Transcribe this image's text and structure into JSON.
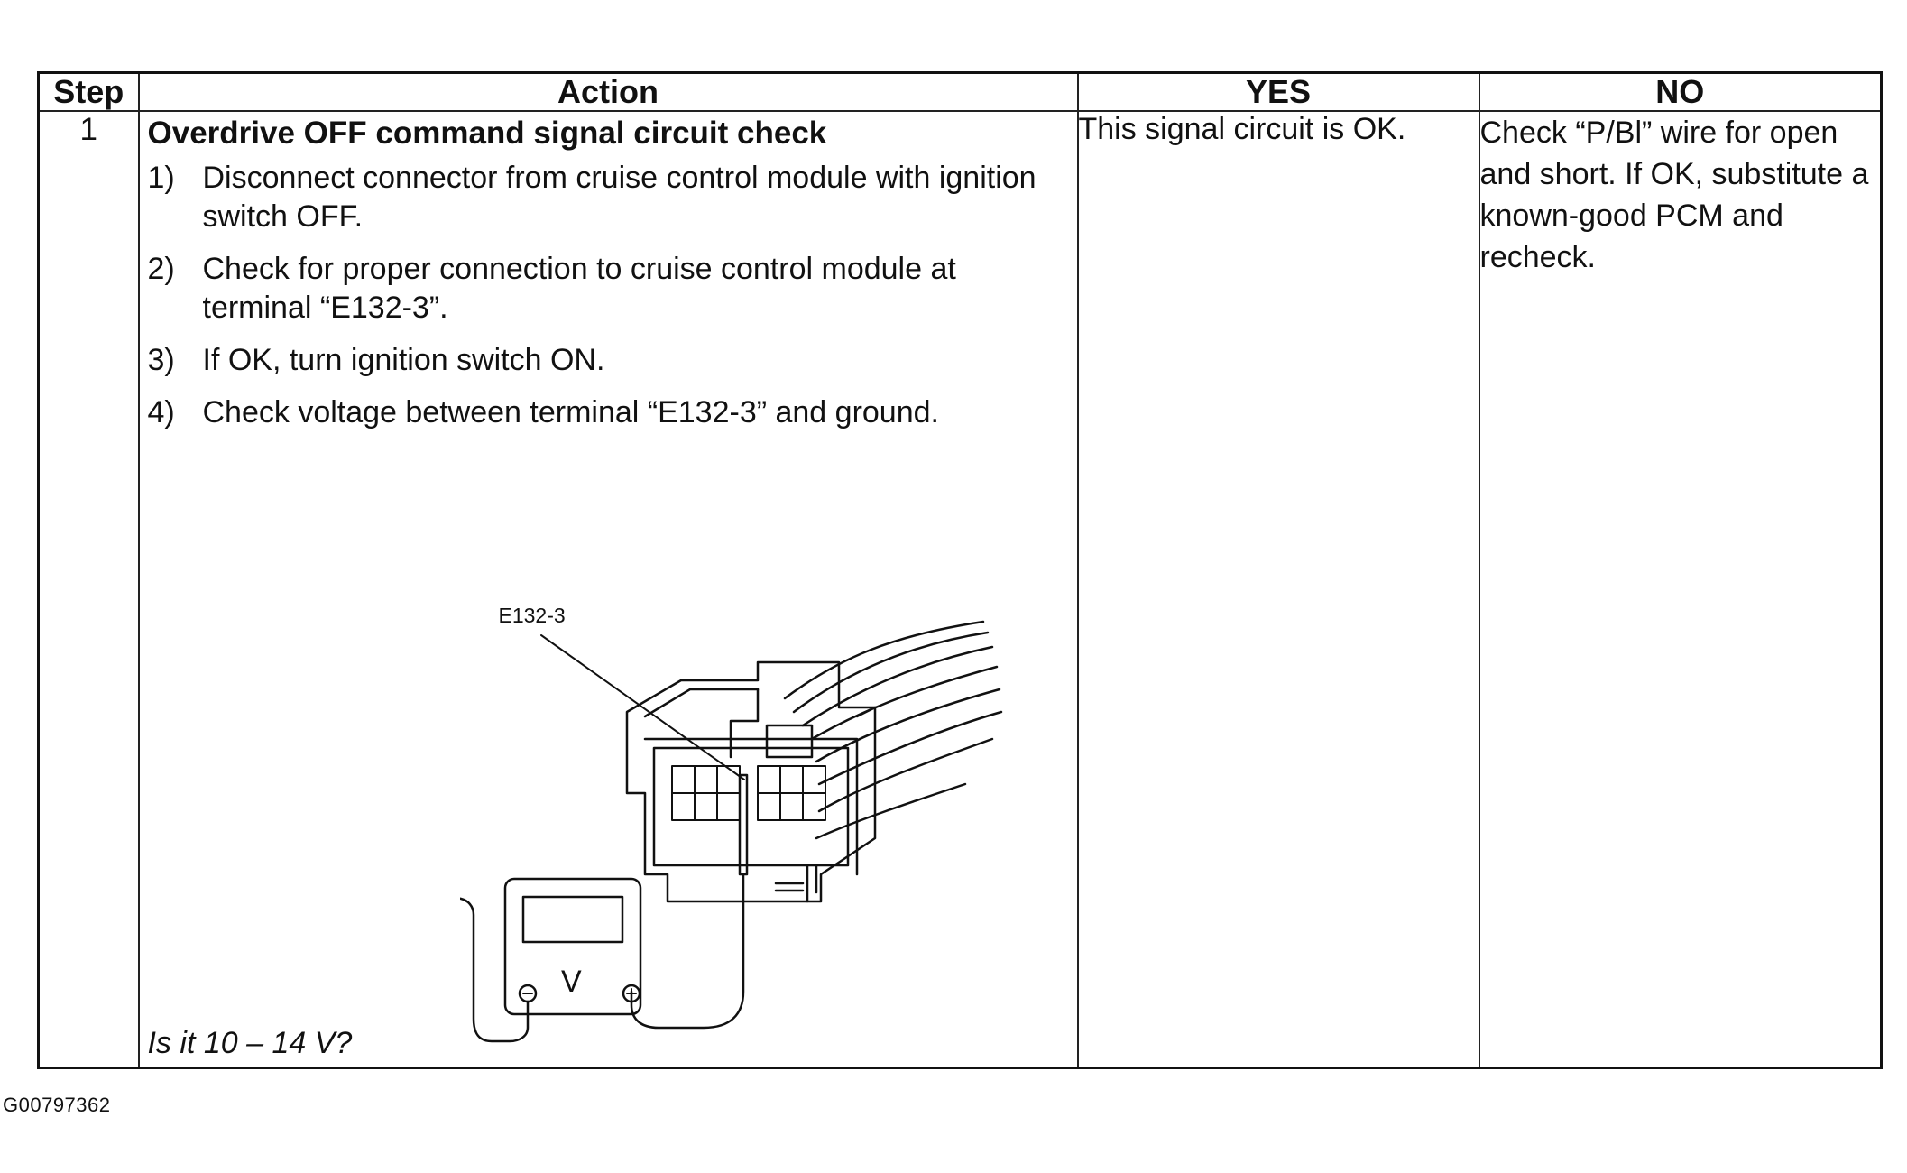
{
  "headers": {
    "step": "Step",
    "action": "Action",
    "yes": "YES",
    "no": "NO"
  },
  "row": {
    "step": "1",
    "title": "Overdrive OFF command signal circuit check",
    "items": [
      {
        "num": "1)",
        "text": "Disconnect connector from cruise control module with ignition switch OFF."
      },
      {
        "num": "2)",
        "text": "Check for proper connection to cruise control module at terminal “E132-3”."
      },
      {
        "num": "3)",
        "text": "If OK, turn ignition switch ON."
      },
      {
        "num": "4)",
        "text": "Check voltage between terminal “E132-3” and ground."
      }
    ],
    "question": "Is it 10 – 14 V?",
    "yes": "This signal circuit is OK.",
    "no": "Check “P/Bl” wire for open and short. If OK, substitute a known-good PCM and recheck."
  },
  "figure": {
    "terminal_label": "E132-3",
    "meter_label": "V"
  },
  "caption": "G00797362"
}
